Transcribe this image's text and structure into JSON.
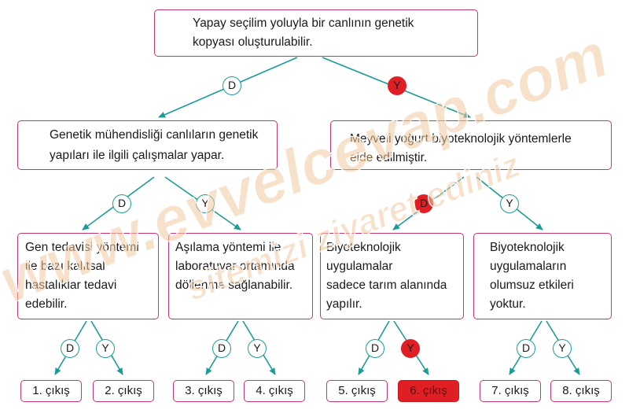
{
  "root": {
    "line1": "Yapay seçilim yoluyla bir canlının genetik",
    "line2": "kopyası oluşturulabilir."
  },
  "left_mid": {
    "line1": "Genetik mühendisliği canlıların genetik",
    "line2": "yapıları ile ilgili çalışmalar yapar."
  },
  "right_mid": {
    "line1": "Meyveli yoğurt biyoteknolojik yöntemlerle",
    "line2_highlight": "elde",
    "line2_rest": " edilmiştir."
  },
  "leaf1": [
    "Gen tedavisi yöntemi",
    "ile bazı kalıtsal",
    "hastalıklar tedavi",
    "edebilir."
  ],
  "leaf2": [
    "Aşılama yöntemi ile",
    "laboratuvar ortamında",
    "döllenme sağlanabilir."
  ],
  "leaf3": [
    "Biyoteknolojik",
    "uygulamalar",
    "sadece tarım alanında",
    "yapılır."
  ],
  "leaf4": [
    "Biyoteknolojik",
    "uygulamaların",
    "olumsuz etkileri",
    "yoktur."
  ],
  "labels": {
    "true": "D",
    "false": "Y"
  },
  "exits": [
    "1. çıkış",
    "2. çıkış",
    "3. çıkış",
    "4. çıkış",
    "5. çıkış",
    "6. çıkış",
    "7. çıkış",
    "8. çıkış"
  ],
  "selected_exit": "6. çıkış",
  "watermark": {
    "line1": "www.evvelcevap.com",
    "line2": "sitemizi ziyaret ediniz"
  },
  "colors": {
    "box_border": "#c8356f",
    "arrow": "#1a9c96",
    "selected": "#e01f25",
    "watermark": "#f0c9a0"
  }
}
